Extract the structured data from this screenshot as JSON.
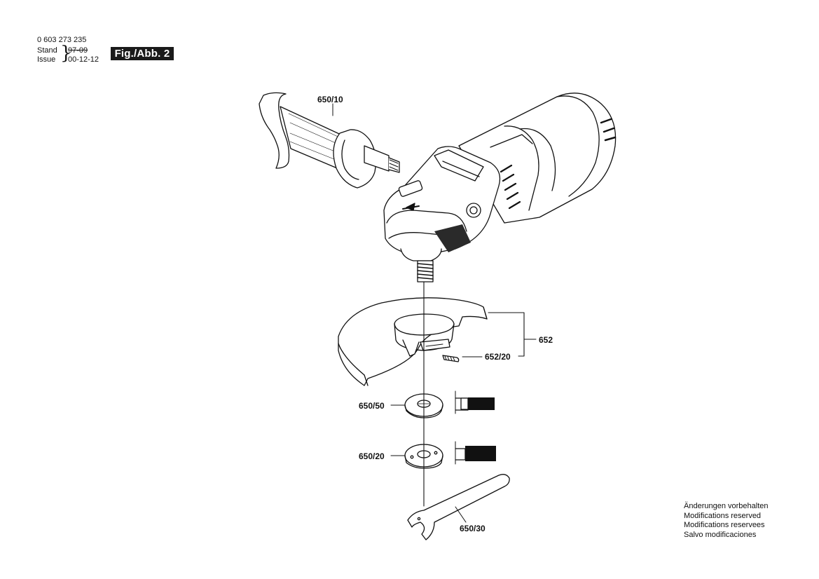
{
  "header": {
    "part_number": "0 603 273 235",
    "stand_label": "Stand",
    "issue_label": "Issue",
    "date_superseded": "97-09",
    "date_current": "00-12-12",
    "figure_label": "Fig./Abb. 2"
  },
  "callouts": {
    "handle": "650/10",
    "guard_assembly": "652",
    "guard_screw": "652/20",
    "inner_flange": "650/50",
    "clamping_nut": "650/20",
    "spanner": "650/30"
  },
  "notes": [
    "Änderungen vorbehalten",
    "Modifications reserved",
    "Modifications reservees",
    "Salvo modificaciones"
  ],
  "colors": {
    "ink": "#111111",
    "paper": "#ffffff"
  }
}
